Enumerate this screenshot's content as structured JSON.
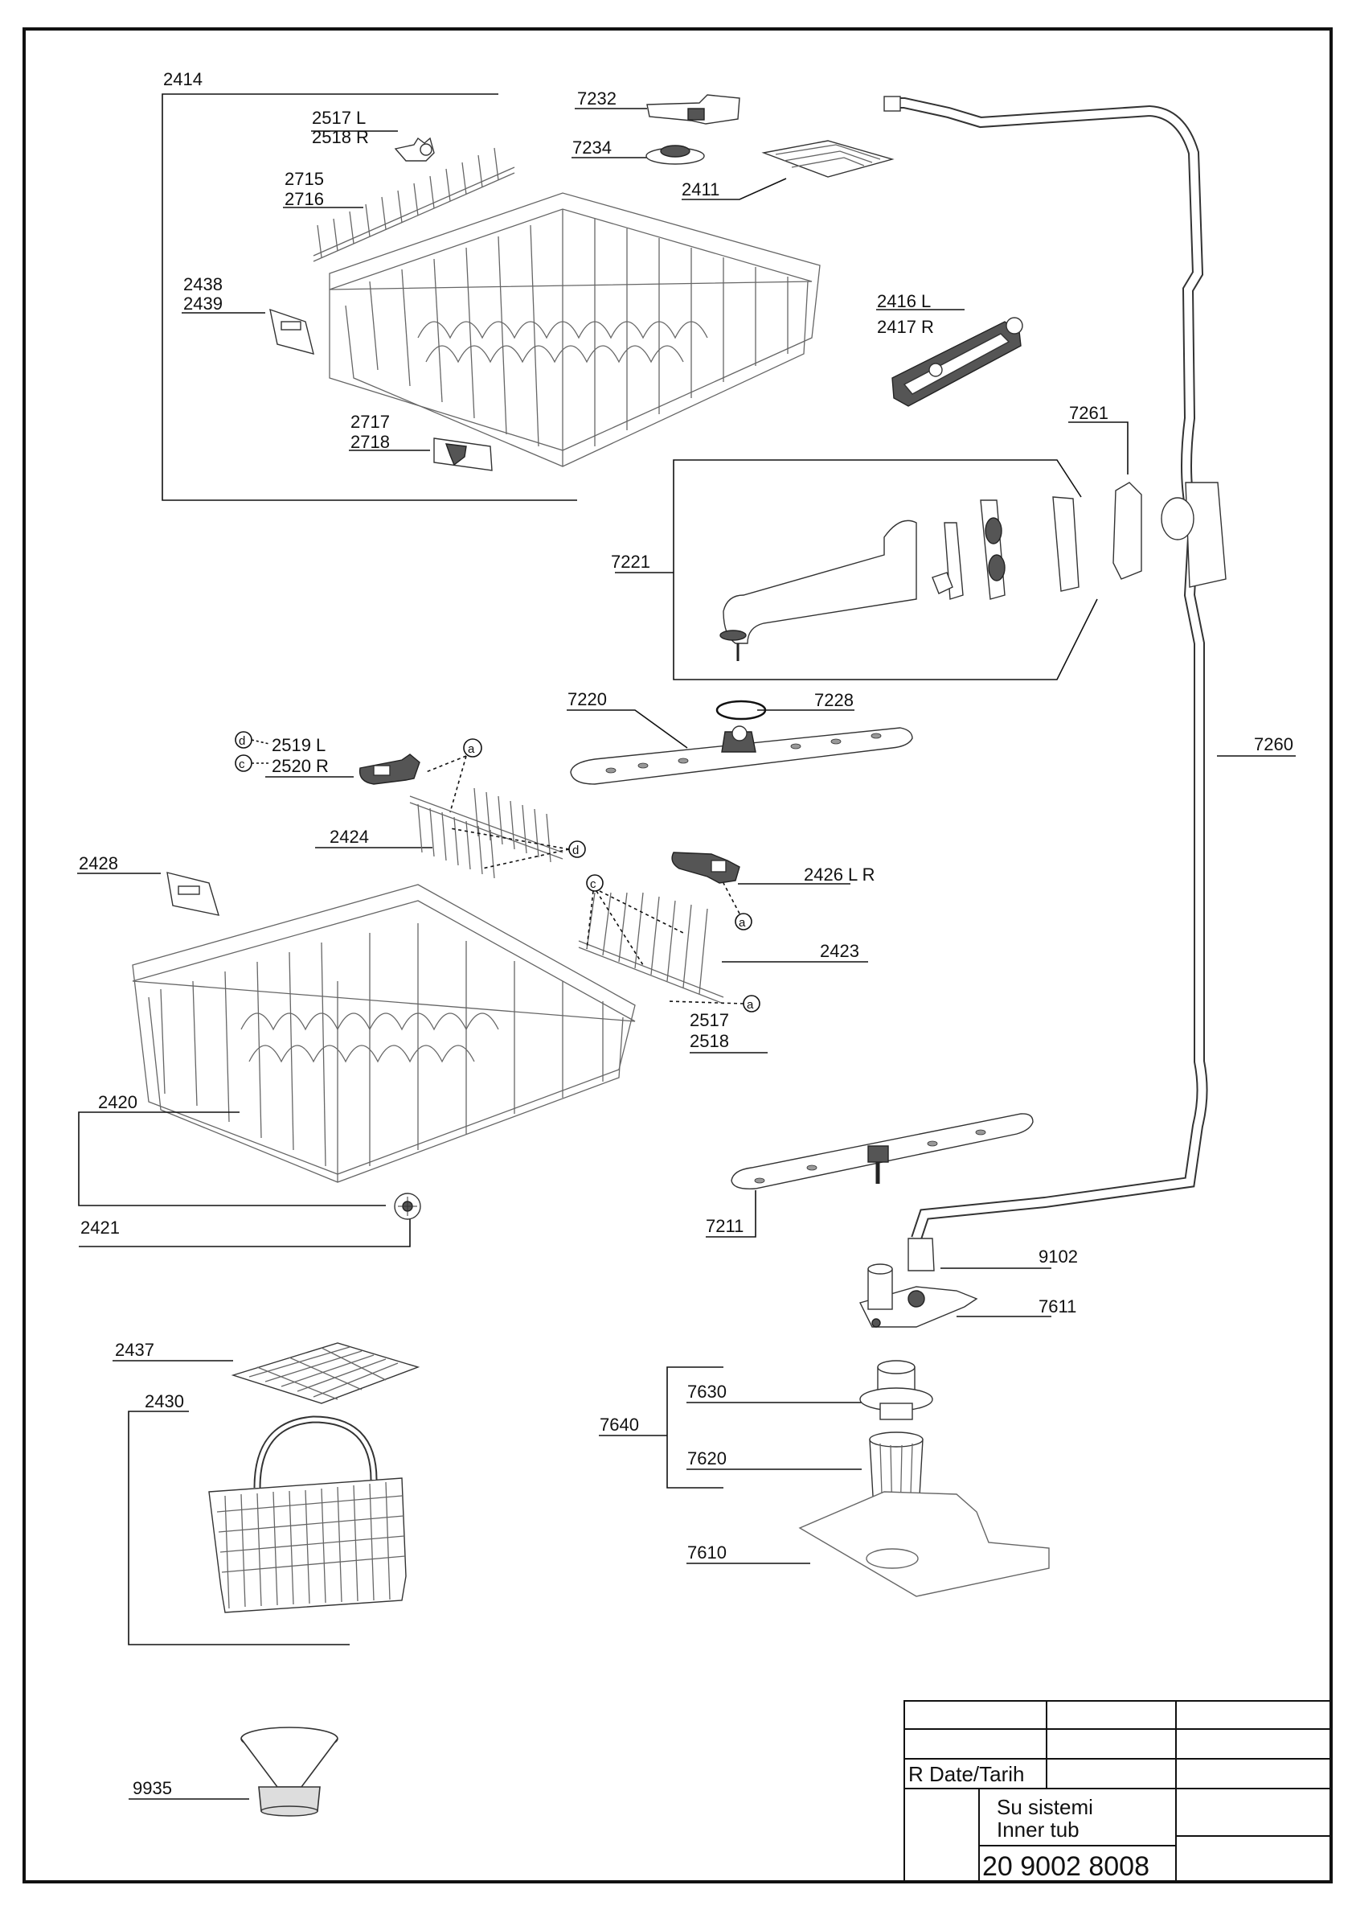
{
  "labels": {
    "l2414": "2414",
    "l2517L": "2517 L",
    "l2518R": "2518 R",
    "l7232": "7232",
    "l7234": "7234",
    "l2411": "2411",
    "l2715": "2715",
    "l2716": "2716",
    "l2438": "2438",
    "l2439": "2439",
    "l2416L": "2416 L",
    "l2417R": "2417 R",
    "l2717": "2717",
    "l2718": "2718",
    "l7261": "7261",
    "l7221": "7221",
    "l7220": "7220",
    "l7228": "7228",
    "l7260": "7260",
    "l2519L": "2519 L",
    "l2520R": "2520 R",
    "l2424": "2424",
    "l2428": "2428",
    "l2426LR": "2426 L R",
    "l2423": "2423",
    "l2517": "2517",
    "l2518": "2518",
    "l2420": "2420",
    "l2421": "2421",
    "l7211": "7211",
    "l9102": "9102",
    "l7611": "7611",
    "l2437": "2437",
    "l2430": "2430",
    "l7630": "7630",
    "l7640": "7640",
    "l7620": "7620",
    "l7610": "7610",
    "l9935": "9935"
  },
  "markers": {
    "a": "a",
    "c": "c",
    "d": "d"
  },
  "title_block": {
    "revision_label": "R  Date/Tarih",
    "name_tr": "Su sistemi",
    "name_en": "Inner tub",
    "drawing_number": "20 9002 8008"
  }
}
